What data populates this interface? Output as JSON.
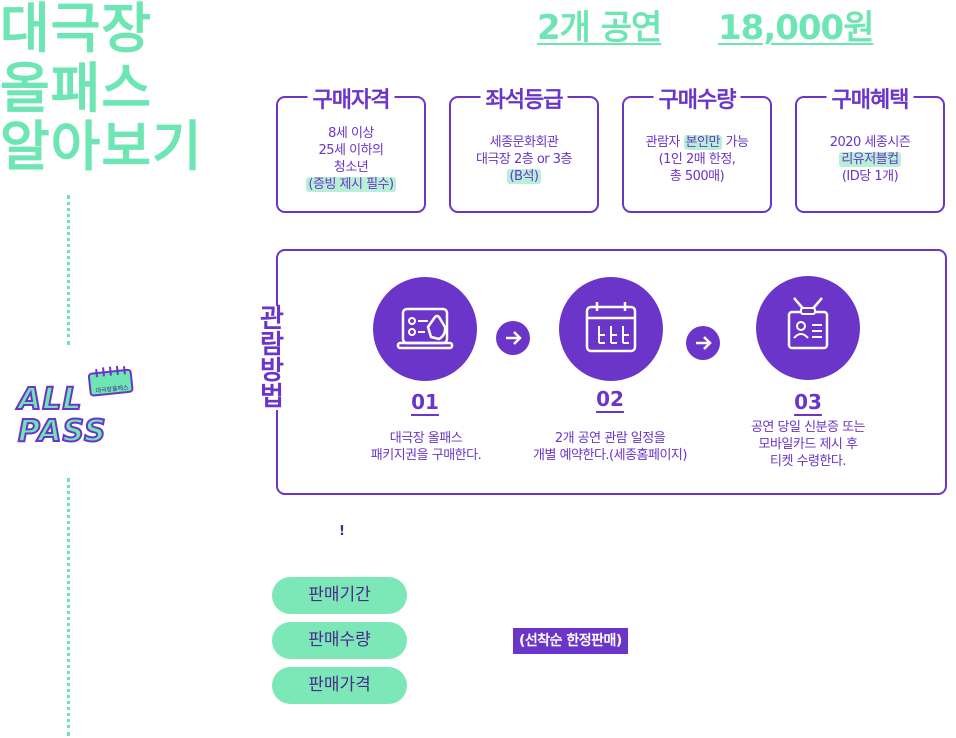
{
  "title": {
    "line1": "대극장",
    "line2": "올패스",
    "line3": "알아보기"
  },
  "header": {
    "shows": "2개 공연",
    "price": "18,000원"
  },
  "logo": {
    "line1": "ALL",
    "line2": "PASS",
    "badge": "대극장올패스"
  },
  "cards": [
    {
      "title": "구매자격",
      "lines": [
        "8세 이상",
        "25세 이하의",
        "청소년"
      ],
      "highlight": "(증빙 제시 필수)"
    },
    {
      "title": "좌석등급",
      "lines": [
        "세종문화회관",
        "대극장 2층 or 3층"
      ],
      "highlight": "(B석)"
    },
    {
      "title": "구매수량",
      "line1_pre": "관람자 ",
      "line1_hl": "본인만",
      "line1_post": " 가능",
      "lines": [
        "(1인 2매 한정,",
        "총 500매)"
      ]
    },
    {
      "title": "구매혜택",
      "lines": [
        "2020 세종시즌"
      ],
      "highlight": "리유저블컵",
      "tail": "(ID당 1개)"
    }
  ],
  "method": {
    "label": "관람방법",
    "steps": [
      {
        "num": "01",
        "icon": "tablet-touch-icon",
        "lines": [
          "대극장 올패스",
          "패키지권을 구매한다."
        ]
      },
      {
        "num": "02",
        "icon": "calendar-icon",
        "lines": [
          "2개 공연 관람 일정을",
          "개별 예약한다.(세종홈페이지)"
        ]
      },
      {
        "num": "03",
        "icon": "id-badge-icon",
        "lines": [
          "공연 당일 신분증 또는",
          "모바일카드 제시 후",
          "티켓 수령한다."
        ]
      }
    ]
  },
  "note": "!",
  "sale": {
    "period_label": "판매기간",
    "quantity_label": "판매수량",
    "price_label": "판매가격",
    "quantity_value": "(선착순 한정판매)"
  },
  "colors": {
    "mint": "#6ee6b4",
    "purple": "#6b35c9",
    "pill": "#7ce8b8"
  }
}
